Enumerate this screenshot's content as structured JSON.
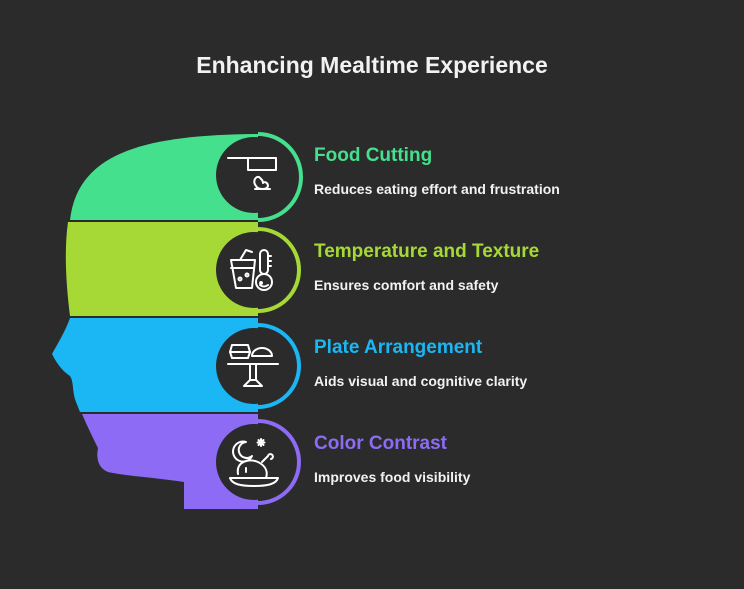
{
  "title": "Enhancing Mealtime Experience",
  "items": [
    {
      "heading": "Food Cutting",
      "description": "Reduces eating effort and frustration",
      "color": "#45e08d",
      "icon": "pan-on-flame-icon"
    },
    {
      "heading": "Temperature and Texture",
      "description": "Ensures comfort and safety",
      "color": "#a6d935",
      "icon": "drink-and-thermometer-icon"
    },
    {
      "heading": "Plate Arrangement",
      "description": "Aids visual and cognitive clarity",
      "color": "#1ab7f4",
      "icon": "stacked-plates-on-stand-icon"
    },
    {
      "heading": "Color Contrast",
      "description": "Improves food visibility",
      "color": "#8d6bf5",
      "icon": "moon-star-roast-chicken-icon"
    }
  ]
}
